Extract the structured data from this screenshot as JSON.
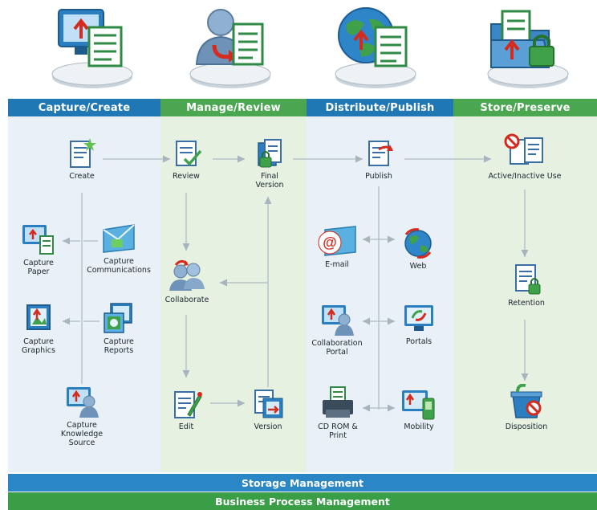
{
  "phases": [
    {
      "label": "Capture/Create"
    },
    {
      "label": "Manage/Review"
    },
    {
      "label": "Distribute/Publish"
    },
    {
      "label": "Store/Preserve"
    }
  ],
  "nodes": {
    "create": "Create",
    "capture_paper": "Capture\nPaper",
    "capture_communications": "Capture\nCommunications",
    "capture_graphics": "Capture\nGraphics",
    "capture_reports": "Capture\nReports",
    "capture_knowledge_source": "Capture\nKnowledge\nSource",
    "review": "Review",
    "final_version": "Final\nVersion",
    "collaborate": "Collaborate",
    "edit": "Edit",
    "version": "Version",
    "publish": "Publish",
    "email": "E-mail",
    "web": "Web",
    "collaboration_portal": "Collaboration\nPortal",
    "portals": "Portals",
    "cdrom_print": "CD ROM &\nPrint",
    "mobility": "Mobility",
    "active_inactive_use": "Active/Inactive Use",
    "retention": "Retention",
    "disposition": "Disposition"
  },
  "bars": {
    "storage": "Storage Management",
    "bpm": "Business Process Management"
  },
  "colors": {
    "band_blue": "#1f78b4",
    "band_green": "#4aa64f",
    "col_blue": "#e9f0f7",
    "col_green": "#e6f1e2",
    "bar_storage": "#2a86c4",
    "bar_bpm": "#3a9e46",
    "arrow": "#b7c2cb"
  }
}
